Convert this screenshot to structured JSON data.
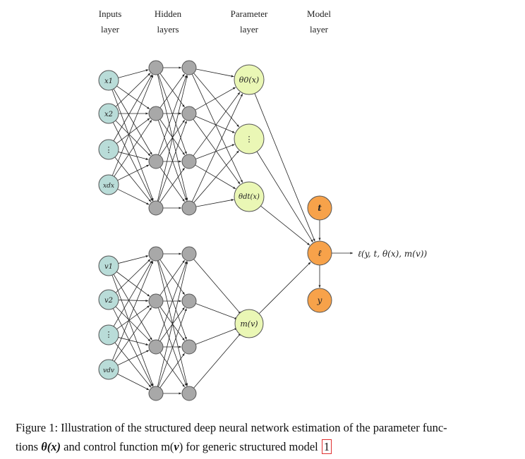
{
  "headers": [
    {
      "line1": "Inputs",
      "line2": "layer"
    },
    {
      "line1": "Hidden",
      "line2": "layers"
    },
    {
      "line1": "Parameter",
      "line2": "layer"
    },
    {
      "line1": "Model",
      "line2": "layer"
    }
  ],
  "nodes": {
    "x_inputs": [
      "x1",
      "x2",
      "⋮",
      "xdx"
    ],
    "theta_nodes": [
      "θ0(x)",
      "⋮",
      "θdt(x)"
    ],
    "v_inputs": [
      "v1",
      "v2",
      "⋮",
      "vdv"
    ],
    "m_node": "m(v)",
    "t_node": "t",
    "ell_node": "ℓ",
    "y_node": "y",
    "output_label": "ℓ(y, t, θ(x), m(v))"
  },
  "colors": {
    "input_fill": "#b9dcd8",
    "param_fill": "#eaf7b5",
    "model_fill": "#f7a24a",
    "hidden_fill": "#a8a8a8",
    "edge": "#222222"
  },
  "caption": {
    "prefix": "Figure 1: Illustration of the structured deep neural network estimation of the parameter func-",
    "line2_a": "tions ",
    "theta": "θ(x)",
    "line2_b": " and control function m(",
    "v": "v",
    "line2_c": ") for generic structured model ",
    "ref": "1",
    "line2_d": ""
  }
}
